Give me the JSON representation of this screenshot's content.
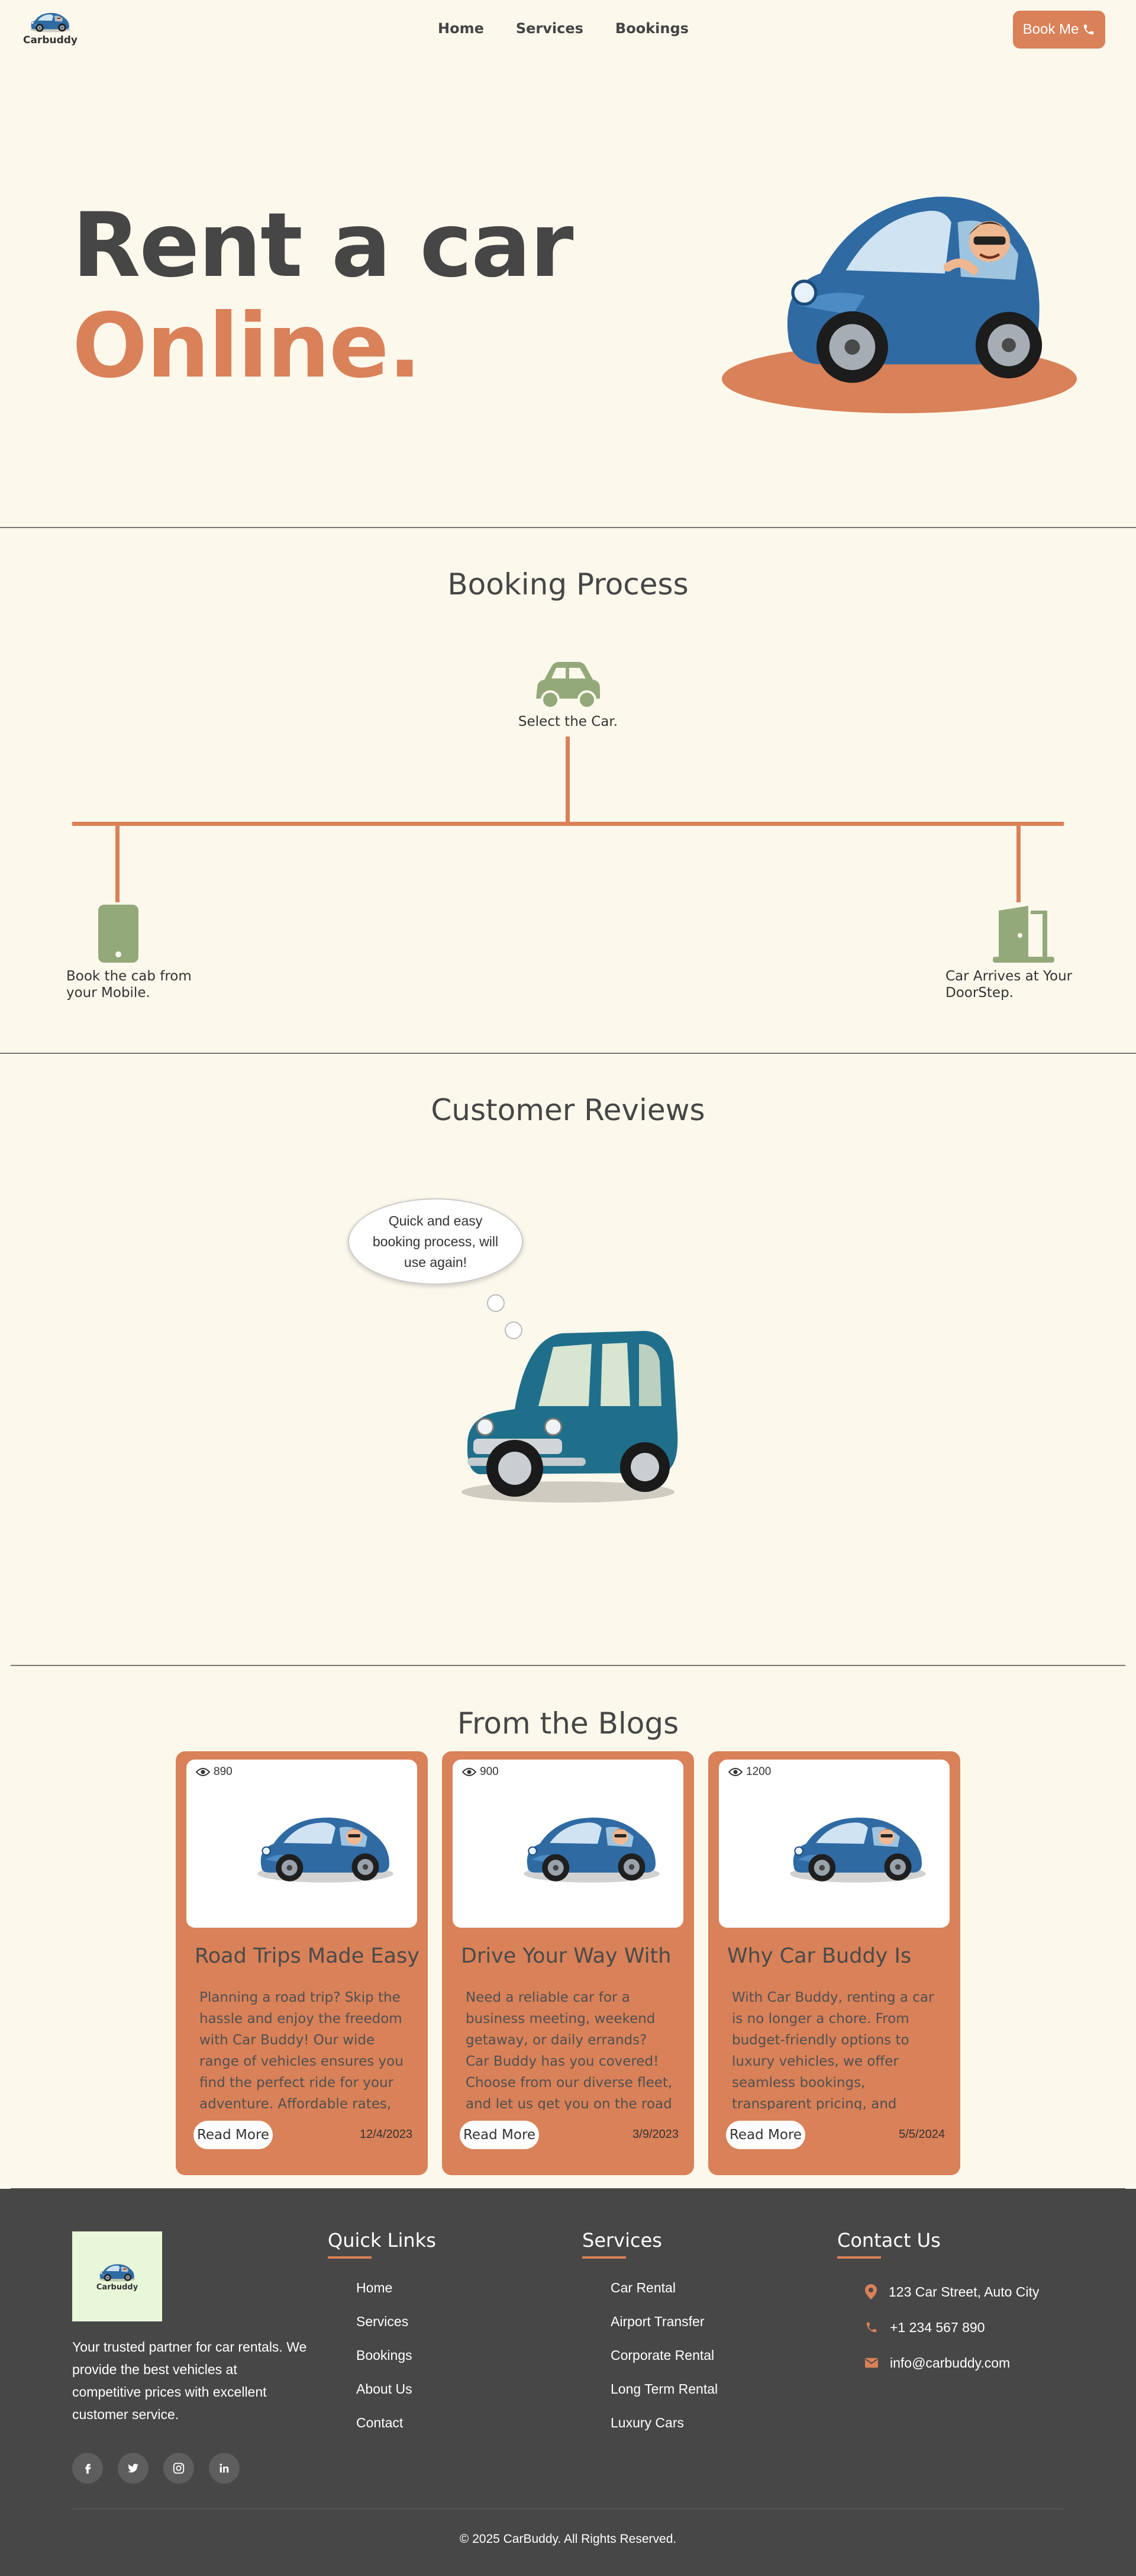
{
  "header": {
    "logo_text": "Carbuddy",
    "nav": [
      "Home",
      "Services",
      "Bookings"
    ],
    "book_label": "Book Me"
  },
  "hero": {
    "line1": "Rent a car",
    "line2": "Online."
  },
  "booking": {
    "title": "Booking Process",
    "step_select": "Select the Car.",
    "step_mobile_1": "Book the cab from",
    "step_mobile_2": "your Mobile.",
    "step_door_1": "Car Arrives at Your",
    "step_door_2": "DoorStep."
  },
  "reviews": {
    "title": "Customer Reviews",
    "quote": "Quick and easy booking process, will use again!"
  },
  "blogs": {
    "title": "From the Blogs",
    "read_more": "Read More",
    "cards": [
      {
        "views": "890",
        "title": "Road Trips Made Easy",
        "text": "Planning a road trip? Skip the hassle and enjoy the freedom with Car Buddy! Our wide range of vehicles ensures you find the perfect ride for your adventure. Affordable rates, flexible terms,",
        "date": "12/4/2023"
      },
      {
        "views": "900",
        "title": "Drive Your Way With",
        "text": "Need a reliable car for a business meeting, weekend getaway, or daily errands? Car Buddy has you covered! Choose from our diverse fleet, and let us get you on the road quickly and",
        "date": "3/9/2023"
      },
      {
        "views": "1200",
        "title": "Why Car Buddy Is",
        "text": "With Car Buddy, renting a car is no longer a chore. From budget-friendly options to luxury vehicles, we offer seamless bookings, transparent pricing, and round-the-clock",
        "date": "5/5/2024"
      }
    ]
  },
  "footer": {
    "logo_text": "Carbuddy",
    "about": "Your trusted partner for car rentals. We provide the best vehicles at competitive prices with excellent customer service.",
    "social": [
      "facebook-icon",
      "twitter-icon",
      "instagram-icon",
      "linkedin-icon"
    ],
    "quick_links_title": "Quick Links",
    "quick_links": [
      "Home",
      "Services",
      "Bookings",
      "About Us",
      "Contact"
    ],
    "services_title": "Services",
    "services": [
      "Car Rental",
      "Airport Transfer",
      "Corporate Rental",
      "Long Term Rental",
      "Luxury Cars"
    ],
    "contact_title": "Contact Us",
    "address": "123 Car Street, Auto City",
    "phone": "+1 234 567 890",
    "email": "info@carbuddy.com",
    "copyright": "© 2025 CarBuddy. All Rights Reserved."
  },
  "colors": {
    "accent": "#d98158",
    "background": "#fcf8ec",
    "text": "#464646",
    "icon_green": "#94a97a",
    "footer": "#474747"
  }
}
